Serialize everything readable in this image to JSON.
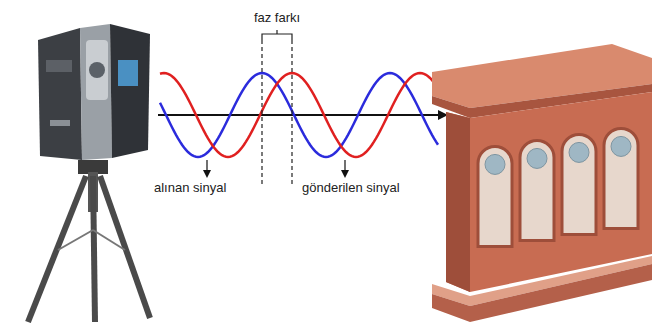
{
  "diagram": {
    "labels": [
      "faz farkı",
      "alınan sinyal",
      "gönderilen sinyal"
    ]
  }
}
